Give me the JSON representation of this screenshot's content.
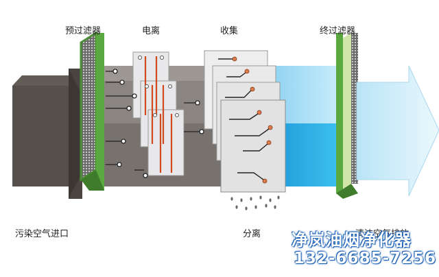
{
  "labels": {
    "prefilter": "预过滤器",
    "ionization": "电离",
    "collection": "收集",
    "final_filter": "终过滤器",
    "inlet": "污染空气进口",
    "separation": "分离",
    "outlet": "清洁空气排放"
  },
  "watermark": {
    "name": "净岚油烟净化器",
    "phone": "132-6685-7256"
  },
  "colors": {
    "dirty_air": "#4a4440",
    "grey_zone": "#7d7874",
    "clean_zone": "#2aa8e0",
    "clean_air": "#c9ecf8",
    "filter_green": "#59a840",
    "electrode_red": "#d04a20",
    "watermark_blue": "#1a5fb4"
  }
}
